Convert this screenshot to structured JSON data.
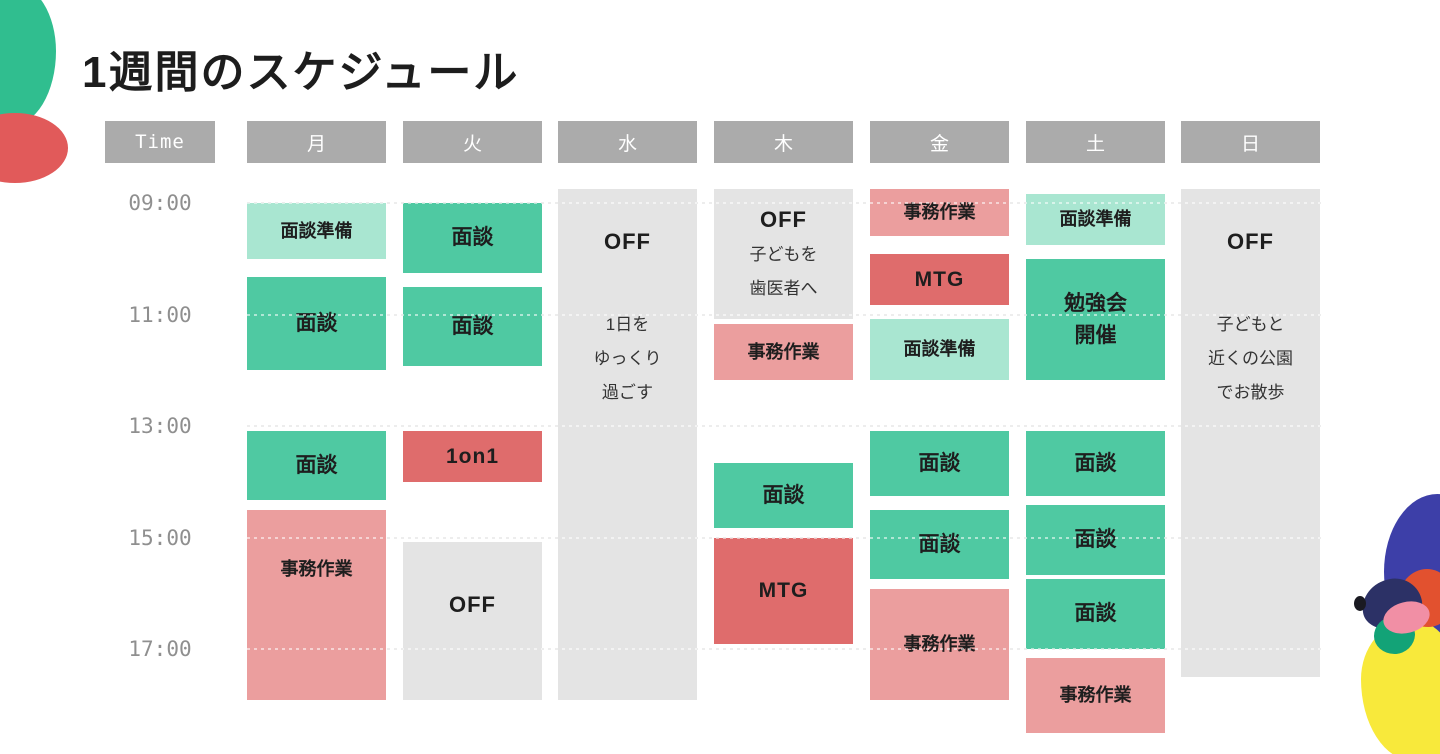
{
  "title": "1週間のスケジュール",
  "table": {
    "time_header": "Time",
    "time_labels": [
      "09:00",
      "11:00",
      "13:00",
      "15:00",
      "17:00"
    ]
  },
  "colors": {
    "interview": "#4FC9A2",
    "study": "#4FC9A2",
    "prep": "#A9E6D1",
    "admin": "#EB9E9E",
    "meeting": "#DF6C6C",
    "off": "#E4E4E4",
    "header_bg": "#ABABAB",
    "time_text": "#8F8F8F"
  },
  "schedule": {
    "days": [
      {
        "label": "月",
        "events": [
          {
            "label": "面談準備",
            "type": "prep",
            "start": "09:00",
            "end": "10:00"
          },
          {
            "label": "面談",
            "type": "interview",
            "start": "10:20",
            "end": "12:00"
          },
          {
            "label": "面談",
            "type": "interview",
            "start": "13:05",
            "end": "14:20"
          },
          {
            "label": "事務作業",
            "type": "admin",
            "start": "14:30",
            "end": "17:55"
          }
        ]
      },
      {
        "label": "火",
        "events": [
          {
            "label": "面談",
            "type": "interview",
            "start": "09:00",
            "end": "10:15"
          },
          {
            "label": "面談",
            "type": "interview",
            "start": "10:30",
            "end": "11:55"
          },
          {
            "label": "1on1",
            "type": "meeting",
            "start": "13:05",
            "end": "14:00"
          },
          {
            "label": "OFF",
            "type": "off",
            "start": "15:05",
            "end": "17:55"
          }
        ]
      },
      {
        "label": "水",
        "events": [
          {
            "label": "OFF",
            "type": "off",
            "start": "08:45",
            "end": "17:55",
            "note": "1日を\nゆっくり\n過ごす"
          }
        ]
      },
      {
        "label": "木",
        "events": [
          {
            "label": "OFF",
            "type": "off",
            "start": "08:45",
            "end": "11:05",
            "note": "子どもを\n歯医者へ"
          },
          {
            "label": "事務作業",
            "type": "admin",
            "start": "11:10",
            "end": "12:10"
          },
          {
            "label": "面談",
            "type": "interview",
            "start": "13:40",
            "end": "14:50"
          },
          {
            "label": "MTG",
            "type": "meeting",
            "start": "15:00",
            "end": "16:55"
          }
        ]
      },
      {
        "label": "金",
        "events": [
          {
            "label": "事務作業",
            "type": "admin",
            "start": "08:45",
            "end": "09:35"
          },
          {
            "label": "MTG",
            "type": "meeting",
            "start": "09:55",
            "end": "10:50"
          },
          {
            "label": "面談準備",
            "type": "prep",
            "start": "11:05",
            "end": "12:10"
          },
          {
            "label": "面談",
            "type": "interview",
            "start": "13:05",
            "end": "14:15"
          },
          {
            "label": "面談",
            "type": "interview",
            "start": "14:30",
            "end": "15:45"
          },
          {
            "label": "事務作業",
            "type": "admin",
            "start": "15:55",
            "end": "17:55"
          }
        ]
      },
      {
        "label": "土",
        "events": [
          {
            "label": "面談準備",
            "type": "prep",
            "start": "08:50",
            "end": "09:45"
          },
          {
            "label": "勉強会\n開催",
            "type": "study",
            "start": "10:00",
            "end": "12:10"
          },
          {
            "label": "面談",
            "type": "interview",
            "start": "13:05",
            "end": "14:15"
          },
          {
            "label": "面談",
            "type": "interview",
            "start": "14:25",
            "end": "15:40"
          },
          {
            "label": "面談",
            "type": "interview",
            "start": "15:45",
            "end": "17:00"
          },
          {
            "label": "事務作業",
            "type": "admin",
            "start": "17:10",
            "end": "18:30"
          }
        ]
      },
      {
        "label": "日",
        "events": [
          {
            "label": "OFF",
            "type": "off",
            "start": "08:45",
            "end": "17:30",
            "note": "子どもと\n近くの公園\nでお散歩"
          }
        ]
      }
    ]
  },
  "decoration_colors": {
    "top_green": "#30BE8F",
    "top_red": "#E15A5A",
    "blue": "#3D3FA8",
    "navy": "#2C3166",
    "orange": "#E2512F",
    "pink": "#F18FA5",
    "green": "#13A377",
    "yellow": "#F8E93B",
    "black": "#1A1A22"
  }
}
